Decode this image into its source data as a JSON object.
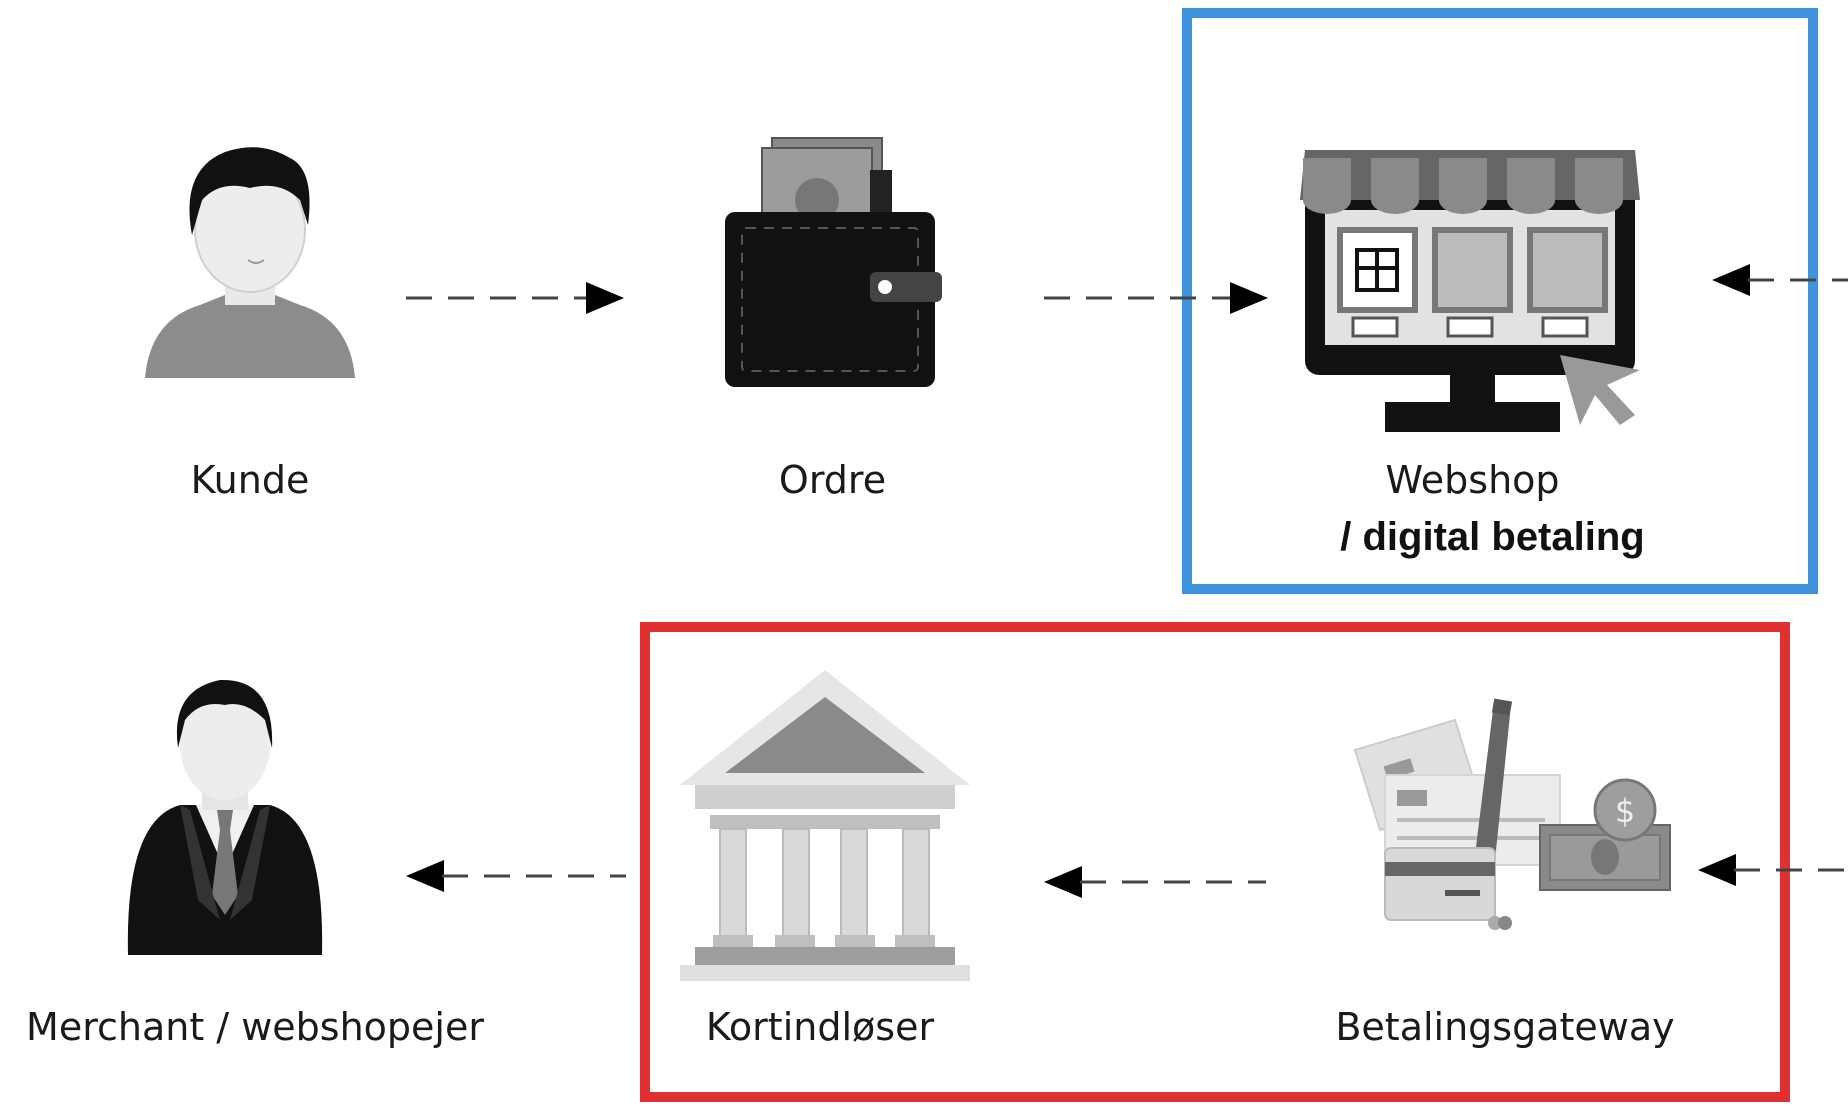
{
  "nodes": {
    "kunde": {
      "label": "Kunde",
      "icon": "person-icon"
    },
    "ordre": {
      "label": "Ordre",
      "icon": "wallet-icon"
    },
    "webshop": {
      "label": "Webshop",
      "sublabel": "/ digital betaling",
      "icon": "webshop-monitor-icon"
    },
    "merchant": {
      "label": "Merchant / webshopejer",
      "icon": "businessman-icon"
    },
    "kortindloser": {
      "label": "Kortindløser",
      "icon": "bank-icon"
    },
    "betalingsgateway": {
      "label": "Betalingsgateway",
      "icon": "payment-methods-icon"
    }
  },
  "highlights": {
    "blue": {
      "color": "#3f93dd"
    },
    "red": {
      "color": "#e03030"
    }
  },
  "edges": [
    {
      "from": "kunde",
      "to": "ordre",
      "style": "dashed"
    },
    {
      "from": "ordre",
      "to": "webshop",
      "style": "dashed"
    },
    {
      "from": "betalingsgateway",
      "to": "kortindloser",
      "style": "dashed"
    },
    {
      "from": "kortindloser",
      "to": "merchant",
      "style": "dashed"
    }
  ]
}
